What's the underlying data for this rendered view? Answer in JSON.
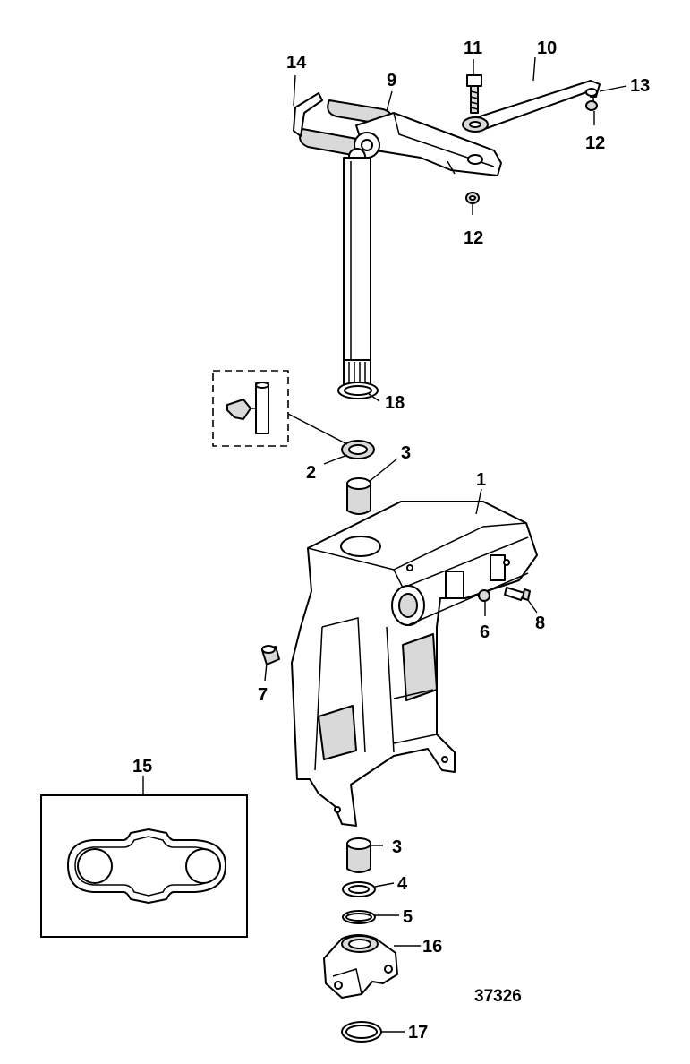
{
  "diagram": {
    "reference_number": "37326",
    "callouts": {
      "c1": "1",
      "c2": "2",
      "c3_top": "3",
      "c3_bottom": "3",
      "c4": "4",
      "c5": "5",
      "c6": "6",
      "c7": "7",
      "c8": "8",
      "c9": "9",
      "c10": "10",
      "c11": "11",
      "c12_right": "12",
      "c12_lower": "12",
      "c13": "13",
      "c14": "14",
      "c15": "15",
      "c16": "16",
      "c17": "17",
      "c18": "18"
    }
  }
}
